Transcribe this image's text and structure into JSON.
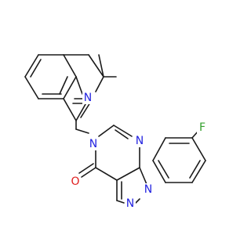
{
  "structure": {
    "atoms": {
      "n_imine": {
        "text": "N",
        "color": "#2323e0"
      },
      "n_pyrimidinone": {
        "text": "N",
        "color": "#2323e0"
      },
      "n_pyrimidine": {
        "text": "N",
        "color": "#2323e0"
      },
      "n_pyrazole_1": {
        "text": "N",
        "color": "#2323e0"
      },
      "n_pyrazole_2": {
        "text": "N",
        "color": "#2323e0"
      },
      "o_carbonyl": {
        "text": "O",
        "color": "#e01e1e"
      },
      "f_fluoro": {
        "text": "F",
        "color": "#33a02c"
      }
    },
    "bond_color": "#1a1a1a"
  }
}
